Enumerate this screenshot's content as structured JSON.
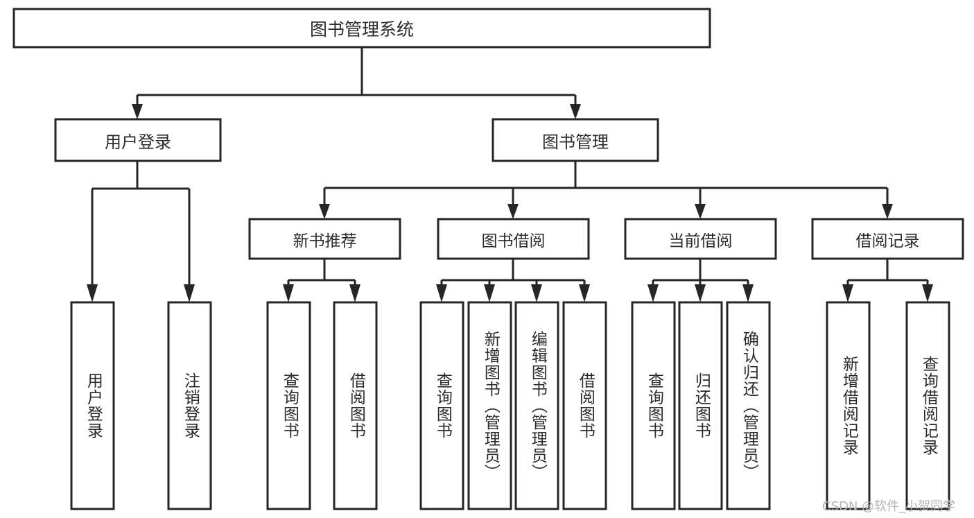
{
  "diagram": {
    "title": "图书管理系统",
    "type": "tree",
    "watermark": "CSDN @软件_小贺同学",
    "root": {
      "label": "图书管理系统"
    },
    "level2": [
      {
        "label": "用户登录"
      },
      {
        "label": "图书管理"
      }
    ],
    "level3": [
      {
        "label": "新书推荐"
      },
      {
        "label": "图书借阅"
      },
      {
        "label": "当前借阅"
      },
      {
        "label": "借阅记录"
      }
    ],
    "leaves": {
      "user_login": [
        {
          "label": "用户登录"
        },
        {
          "label": "注销登录"
        }
      ],
      "new_book_recommend": [
        {
          "label": "查询图书"
        },
        {
          "label": "借阅图书"
        }
      ],
      "book_borrow": [
        {
          "label": "查询图书"
        },
        {
          "label": "新增图书（管理员）"
        },
        {
          "label": "编辑图书（管理员）"
        },
        {
          "label": "借阅图书"
        }
      ],
      "current_borrow": [
        {
          "label": "查询图书"
        },
        {
          "label": "归还图书"
        },
        {
          "label": "确认归还（管理员）"
        }
      ],
      "borrow_record": [
        {
          "label": "新增借阅记录"
        },
        {
          "label": "查询借阅记录"
        }
      ]
    },
    "colors": {
      "stroke": "#262626",
      "fill": "#ffffff",
      "text": "#2b2b2b",
      "watermark": "#b4b4b4"
    }
  }
}
